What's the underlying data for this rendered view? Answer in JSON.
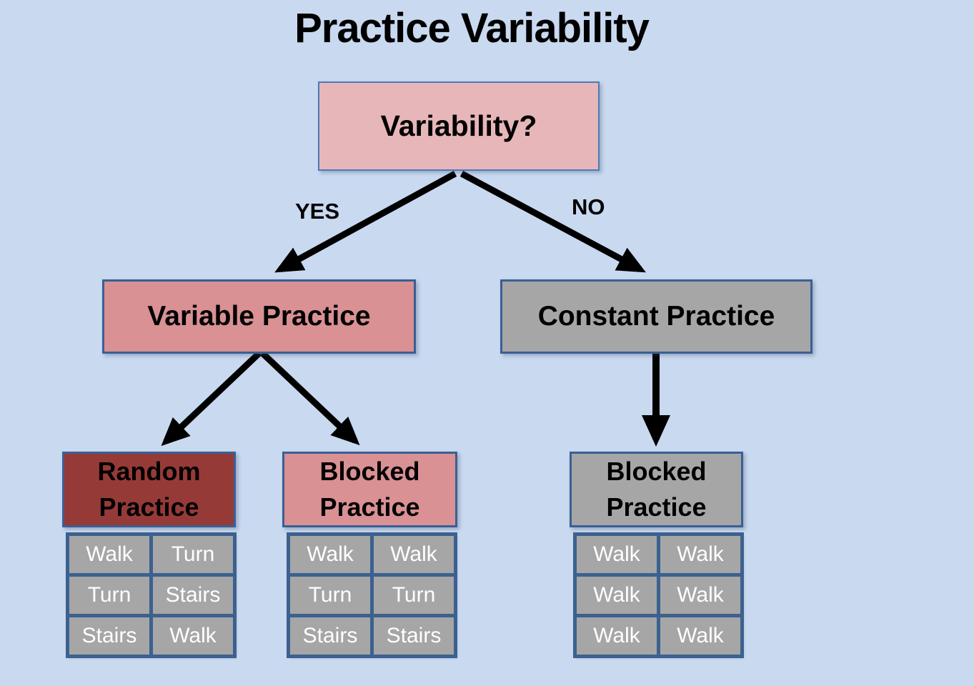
{
  "title": "Practice Variability",
  "root": {
    "label": "Variability?"
  },
  "branches": {
    "yes_label": "YES",
    "no_label": "NO"
  },
  "nodes": {
    "variable": {
      "label": "Variable Practice"
    },
    "constant": {
      "label": "Constant Practice"
    },
    "random": {
      "lines": [
        "Random",
        "Practice"
      ]
    },
    "blocked_var": {
      "lines": [
        "Blocked",
        "Practice"
      ]
    },
    "blocked_const": {
      "lines": [
        "Blocked",
        "Practice"
      ]
    }
  },
  "tables": {
    "random": {
      "rows": [
        [
          "Walk",
          "Turn"
        ],
        [
          "Turn",
          "Stairs"
        ],
        [
          "Stairs",
          "Walk"
        ]
      ]
    },
    "blocked_var": {
      "rows": [
        [
          "Walk",
          "Walk"
        ],
        [
          "Turn",
          "Turn"
        ],
        [
          "Stairs",
          "Stairs"
        ]
      ]
    },
    "blocked_const": {
      "rows": [
        [
          "Walk",
          "Walk"
        ],
        [
          "Walk",
          "Walk"
        ],
        [
          "Walk",
          "Walk"
        ]
      ]
    }
  },
  "colors": {
    "background": "#c9d9f0",
    "pink_light": "#e7b6b9",
    "pink": "#d99194",
    "gray": "#a6a6a6",
    "dark_red": "#963a38",
    "border_blue_light": "#4d7ab7",
    "border_blue_dark": "#3a5f94",
    "table_border": "#3b618f",
    "arrow": "#000000",
    "cell_text": "#ffffff",
    "label_text": "#000000"
  }
}
